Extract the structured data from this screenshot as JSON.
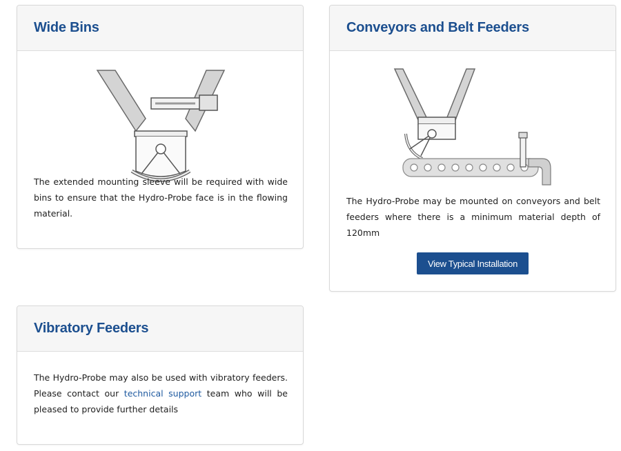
{
  "cards": {
    "wide_bins": {
      "title": "Wide Bins",
      "text": "The extended mounting sleeve will be required with wide bins to ensure that the Hydro-Probe face is in the flowing material."
    },
    "conveyors": {
      "title": "Conveyors and Belt Feeders",
      "text": "The Hydro-Probe may be mounted on conveyors and belt feeders where there is a minimum material depth of 120mm",
      "button_label": "View Typical Installation"
    },
    "vibratory": {
      "title": "Vibratory Feeders",
      "text_before": "The Hydro-Probe may also be used with vibratory feeders.  Please contact our ",
      "link_label": "technical support",
      "text_after": " team who will be pleased to provide further details"
    }
  },
  "colors": {
    "heading": "#1c4f8f",
    "button": "#1c4f8f",
    "link": "#1f5aa0",
    "header_bg": "#f6f6f6"
  }
}
